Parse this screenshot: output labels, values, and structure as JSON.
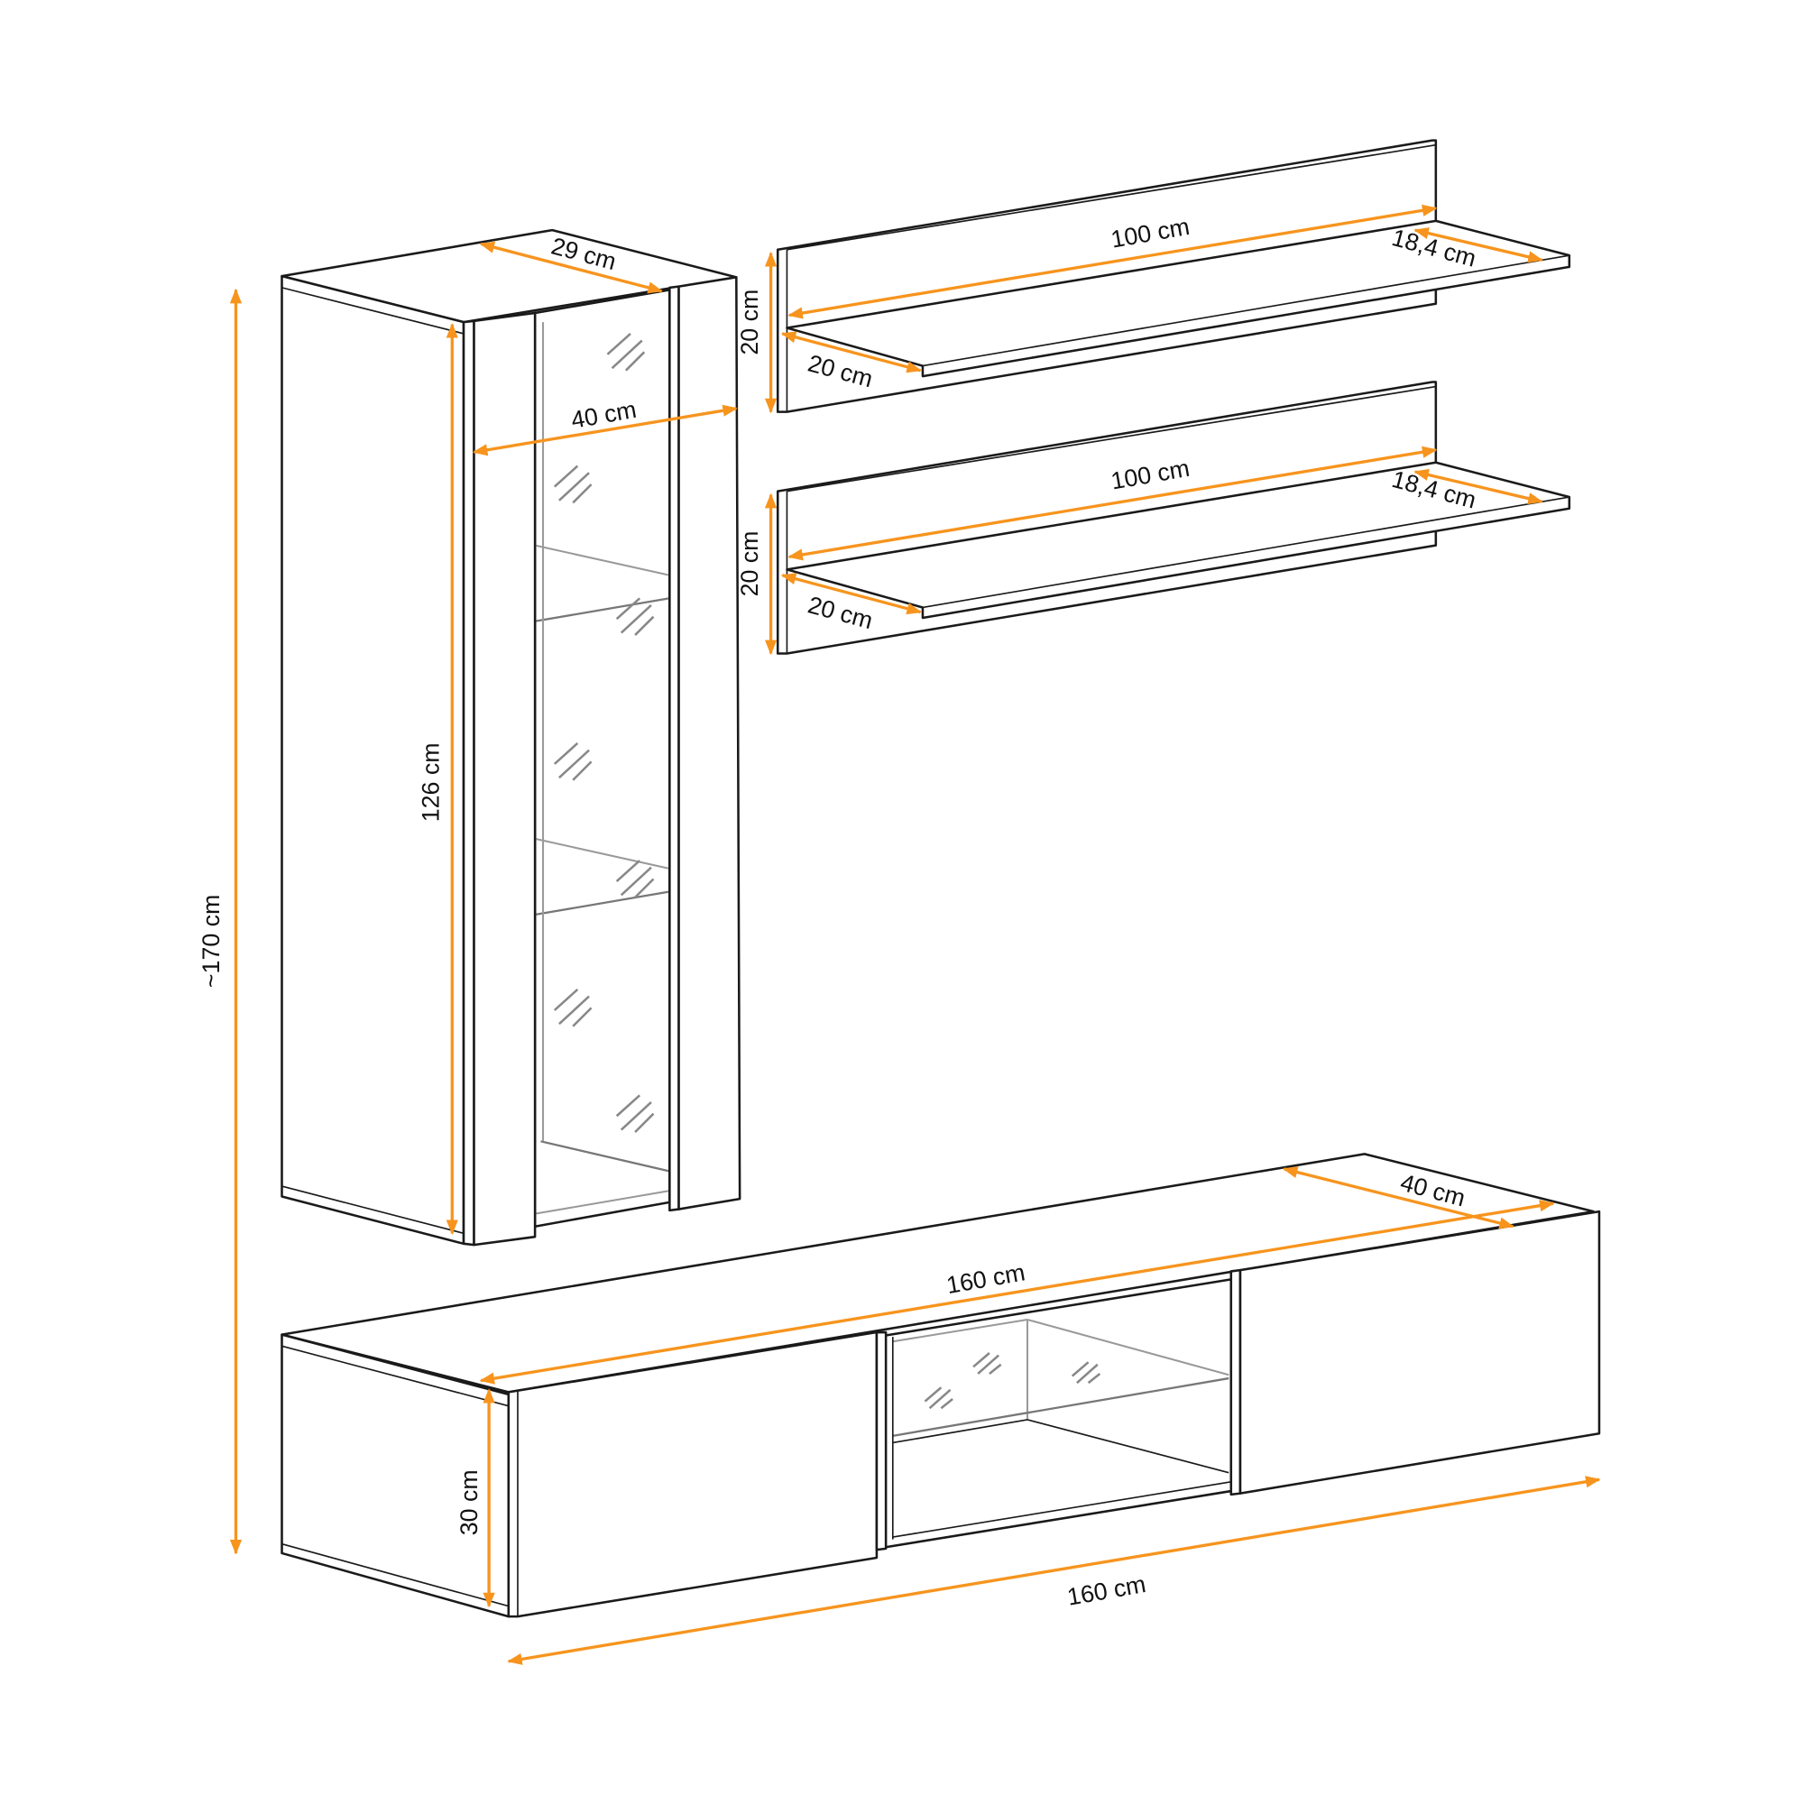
{
  "accent_color": "#f7941d",
  "tall_cabinet": {
    "depth": "29 cm",
    "width": "40 cm",
    "height": "126 cm"
  },
  "overall_height": "~170 cm",
  "shelf_upper": {
    "width": "100 cm",
    "depth": "18,4 cm",
    "height": "20 cm",
    "side_depth": "20 cm"
  },
  "shelf_lower": {
    "width": "100 cm",
    "depth": "18,4 cm",
    "height": "20 cm",
    "side_depth": "20 cm"
  },
  "tv_unit": {
    "depth": "40 cm",
    "top_width": "160 cm",
    "height": "30 cm",
    "bottom_width": "160 cm"
  }
}
